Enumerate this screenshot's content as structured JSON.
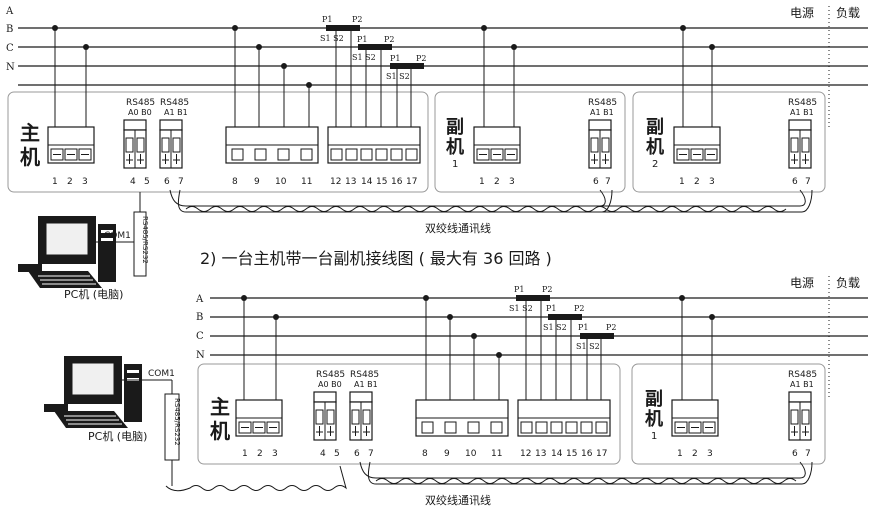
{
  "bus_labels": [
    "A",
    "B",
    "C",
    "N"
  ],
  "source_label": "电源",
  "load_label": "负载",
  "caption2": "2) 一台主机带一台副机接线图 ( 最大有 36 回路 )",
  "twisted_pair_label": "双绞线通讯线",
  "pc_label": "PC机 (电脑)",
  "com_label": "COM1",
  "converter_label": "RS485/RS232",
  "main_label": "主机",
  "sub1_label": "副机",
  "sub1_index": "1",
  "sub2_index": "2",
  "rs485_label": "RS485",
  "a0b0": "A0 B0",
  "a1b1": "A1 B1",
  "ct_p1": "P1",
  "ct_p2": "P2",
  "ct_s1s2": "S1 S2",
  "terms": {
    "t1": "1",
    "t2": "2",
    "t3": "3",
    "t4": "4",
    "t5": "5",
    "t6": "6",
    "t7": "7",
    "t8": "8",
    "t9": "9",
    "t10": "10",
    "t11": "11",
    "t12": "12",
    "t13": "13",
    "t14": "14",
    "t15": "15",
    "t16": "16",
    "t17": "17"
  }
}
